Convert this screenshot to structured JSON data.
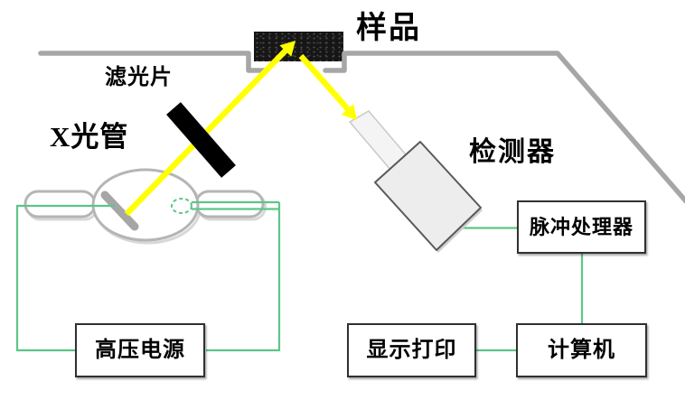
{
  "labels": {
    "sample": "样品",
    "filter": "滤光片",
    "xray_tube": "X光管",
    "detector": "检测器"
  },
  "boxes": {
    "pulse_processor": "脉冲处理器",
    "hv_power_supply": "高压电源",
    "display_print": "显示打印",
    "computer": "计算机"
  },
  "colors": {
    "beam": "#ffff00",
    "wire_green": "#5cc687",
    "chamber_wall": "#a6a6a6",
    "filter_bar": "#000000",
    "tube_outline": "#b5b5b5",
    "detector_fill": "#ededed",
    "detector_border": "#595959",
    "box_border": "#303030",
    "sample_fill": "#161616"
  }
}
